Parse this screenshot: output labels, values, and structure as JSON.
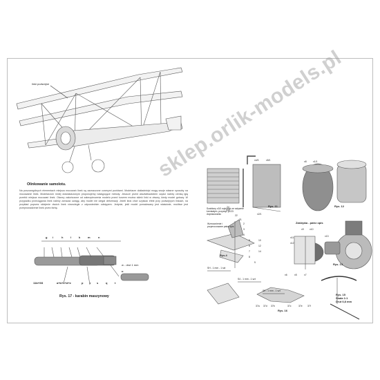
{
  "labels": {
    "linki_podwojne": "linki podwójne",
    "olinkowanie_heading": "Olinkowanie samolotu.",
    "rys17": "Rys. 17 - karabin maszynowy",
    "rys11": "Rys. 11",
    "rys12": "Rys. 12",
    "rys13": "Rys. 13",
    "rys14": "Rys.4",
    "rys15": "Rys. 15\nSkala 1:1\nDrut 0,8 mm",
    "rys16": "Rys. 16",
    "zaslepka": "Zaślepka - patrz opis",
    "drut": "w - drut 1 mm",
    "gun_letters": [
      "g",
      "i",
      "h",
      "l",
      "k",
      "m",
      "n"
    ],
    "gun_parts_a": "11b+SS",
    "gun_parts_b": "a+b+c+d+e",
    "gun_letters_bottom": [
      "p",
      "r",
      "s",
      "q",
      "t",
      "u"
    ],
    "dim1": "SH - 1 mm - 1 szt",
    "dim2": "S4 - 1 mm - 1 szt",
    "dim3": "S9 - 1 mm - 1 szt",
    "cyl_note": "Szablony x3/1 wykonać ze sztywnie kremiałym, przyciąć po doprasowaniu",
    "cyl_labels": [
      "x4/3",
      "x5/1",
      "x8",
      "x1/1",
      "x3/1",
      "x2/1"
    ],
    "engine_labels": [
      "x9",
      "x10",
      "x11",
      "x12",
      "x13",
      "x5",
      "x6",
      "x7"
    ],
    "prop_labels": [
      "37a",
      "37d",
      "37b",
      "37c",
      "37e",
      "37f"
    ],
    "misc_labels": [
      "2",
      "3",
      "4",
      "5",
      "6",
      "7",
      "8",
      "9",
      "10",
      "12",
      "14",
      "21",
      "22",
      "23",
      "24"
    ],
    "wzmocnienie": "Wzmocnienie i przymocowane patrz opis"
  },
  "paragraph": "Na poszczególnych elementach miejsca mocowań linek są zaznaczone czarnymi punktami. Modelarze dokładniejsi mogą swoje własne sposoby na mocowanie linek. Modelarzom mniej doświadczonym proponujemy następujące metody. Jeszcze przed ukształtowaniem części należy cienką igłą przebić miejsca mocowań linek. Otwory zakończone od zabezpieczenia modelu przed kurzem można skleić linki w otwory, kiedy model gotowy. W przypadku przeciągania linek należy zwracać uwagę, aby model nie ulegał deformacji. Jeżeli ktoś chce uzyskać efekt przy podwójnych linkach, na przykład poprzez sklejenie dwóch linek równolegle z odpowiednim odstępem. Jedynie, jeśli model pomalowany jest właściwie, możliwe jest przeprowadzenie linek przez farbę.",
  "watermark": "sklep.orlik-models.pl"
}
